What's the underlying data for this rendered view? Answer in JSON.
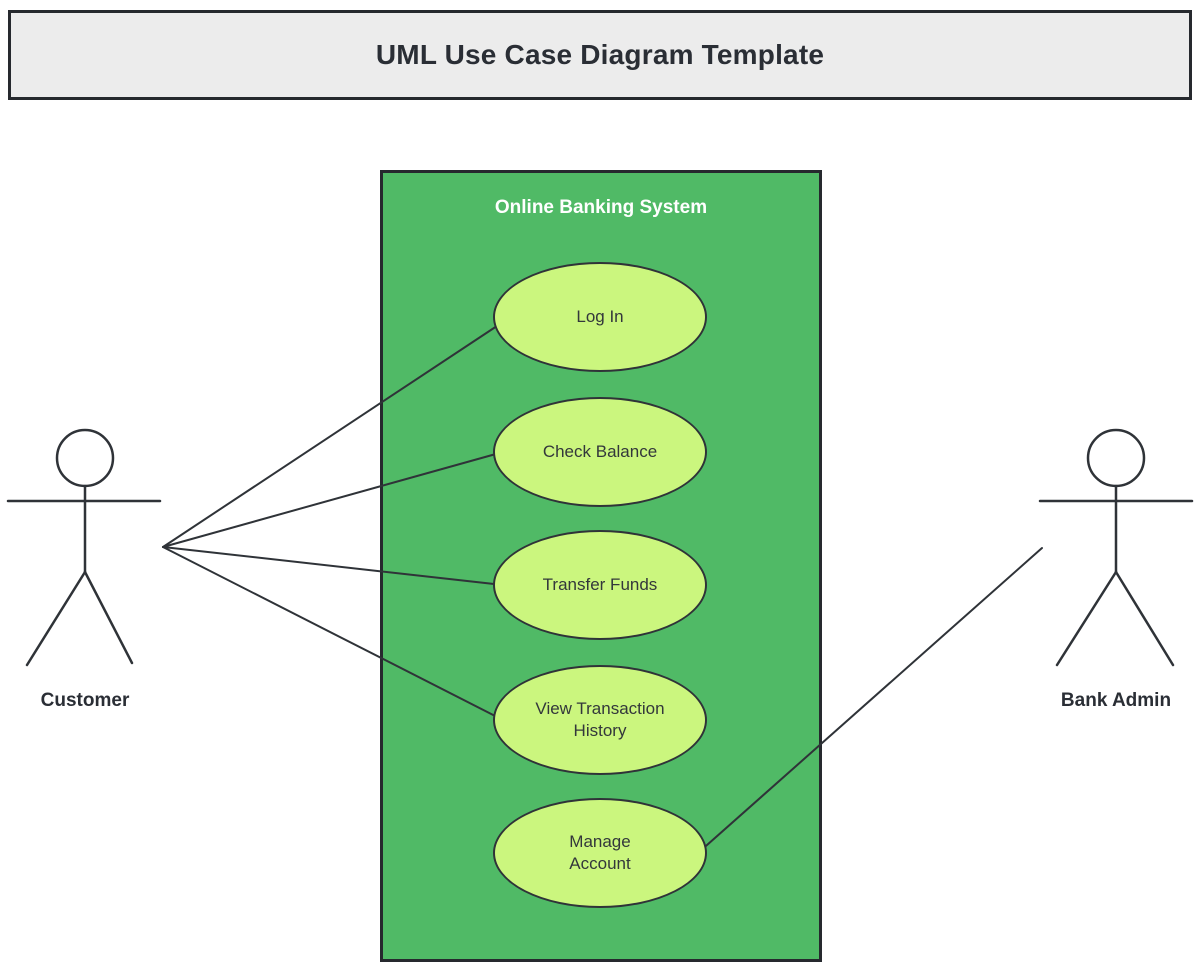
{
  "title": "UML Use Case Diagram Template",
  "system": {
    "label": "Online Banking System"
  },
  "use_cases": [
    {
      "id": "log-in",
      "label": "Log In"
    },
    {
      "id": "check-balance",
      "label": "Check Balance"
    },
    {
      "id": "transfer-funds",
      "label": "Transfer Funds"
    },
    {
      "id": "view-transaction-history",
      "label": "View Transaction\nHistory"
    },
    {
      "id": "manage-account",
      "label": "Manage\nAccount"
    }
  ],
  "actors": [
    {
      "id": "customer",
      "label": "Customer"
    },
    {
      "id": "bank-admin",
      "label": "Bank Admin"
    }
  ],
  "associations": [
    {
      "from": "customer",
      "to": "log-in"
    },
    {
      "from": "customer",
      "to": "check-balance"
    },
    {
      "from": "customer",
      "to": "transfer-funds"
    },
    {
      "from": "customer",
      "to": "view-transaction-history"
    },
    {
      "from": "bank-admin",
      "to": "manage-account"
    }
  ],
  "colors": {
    "system_fill": "#50BA66",
    "use_case_fill": "#CBF67E",
    "title_bar_bg": "#ECECEC",
    "stroke": "#2F3338",
    "border": "#26292E",
    "system_label_color": "#FFFFFF"
  }
}
